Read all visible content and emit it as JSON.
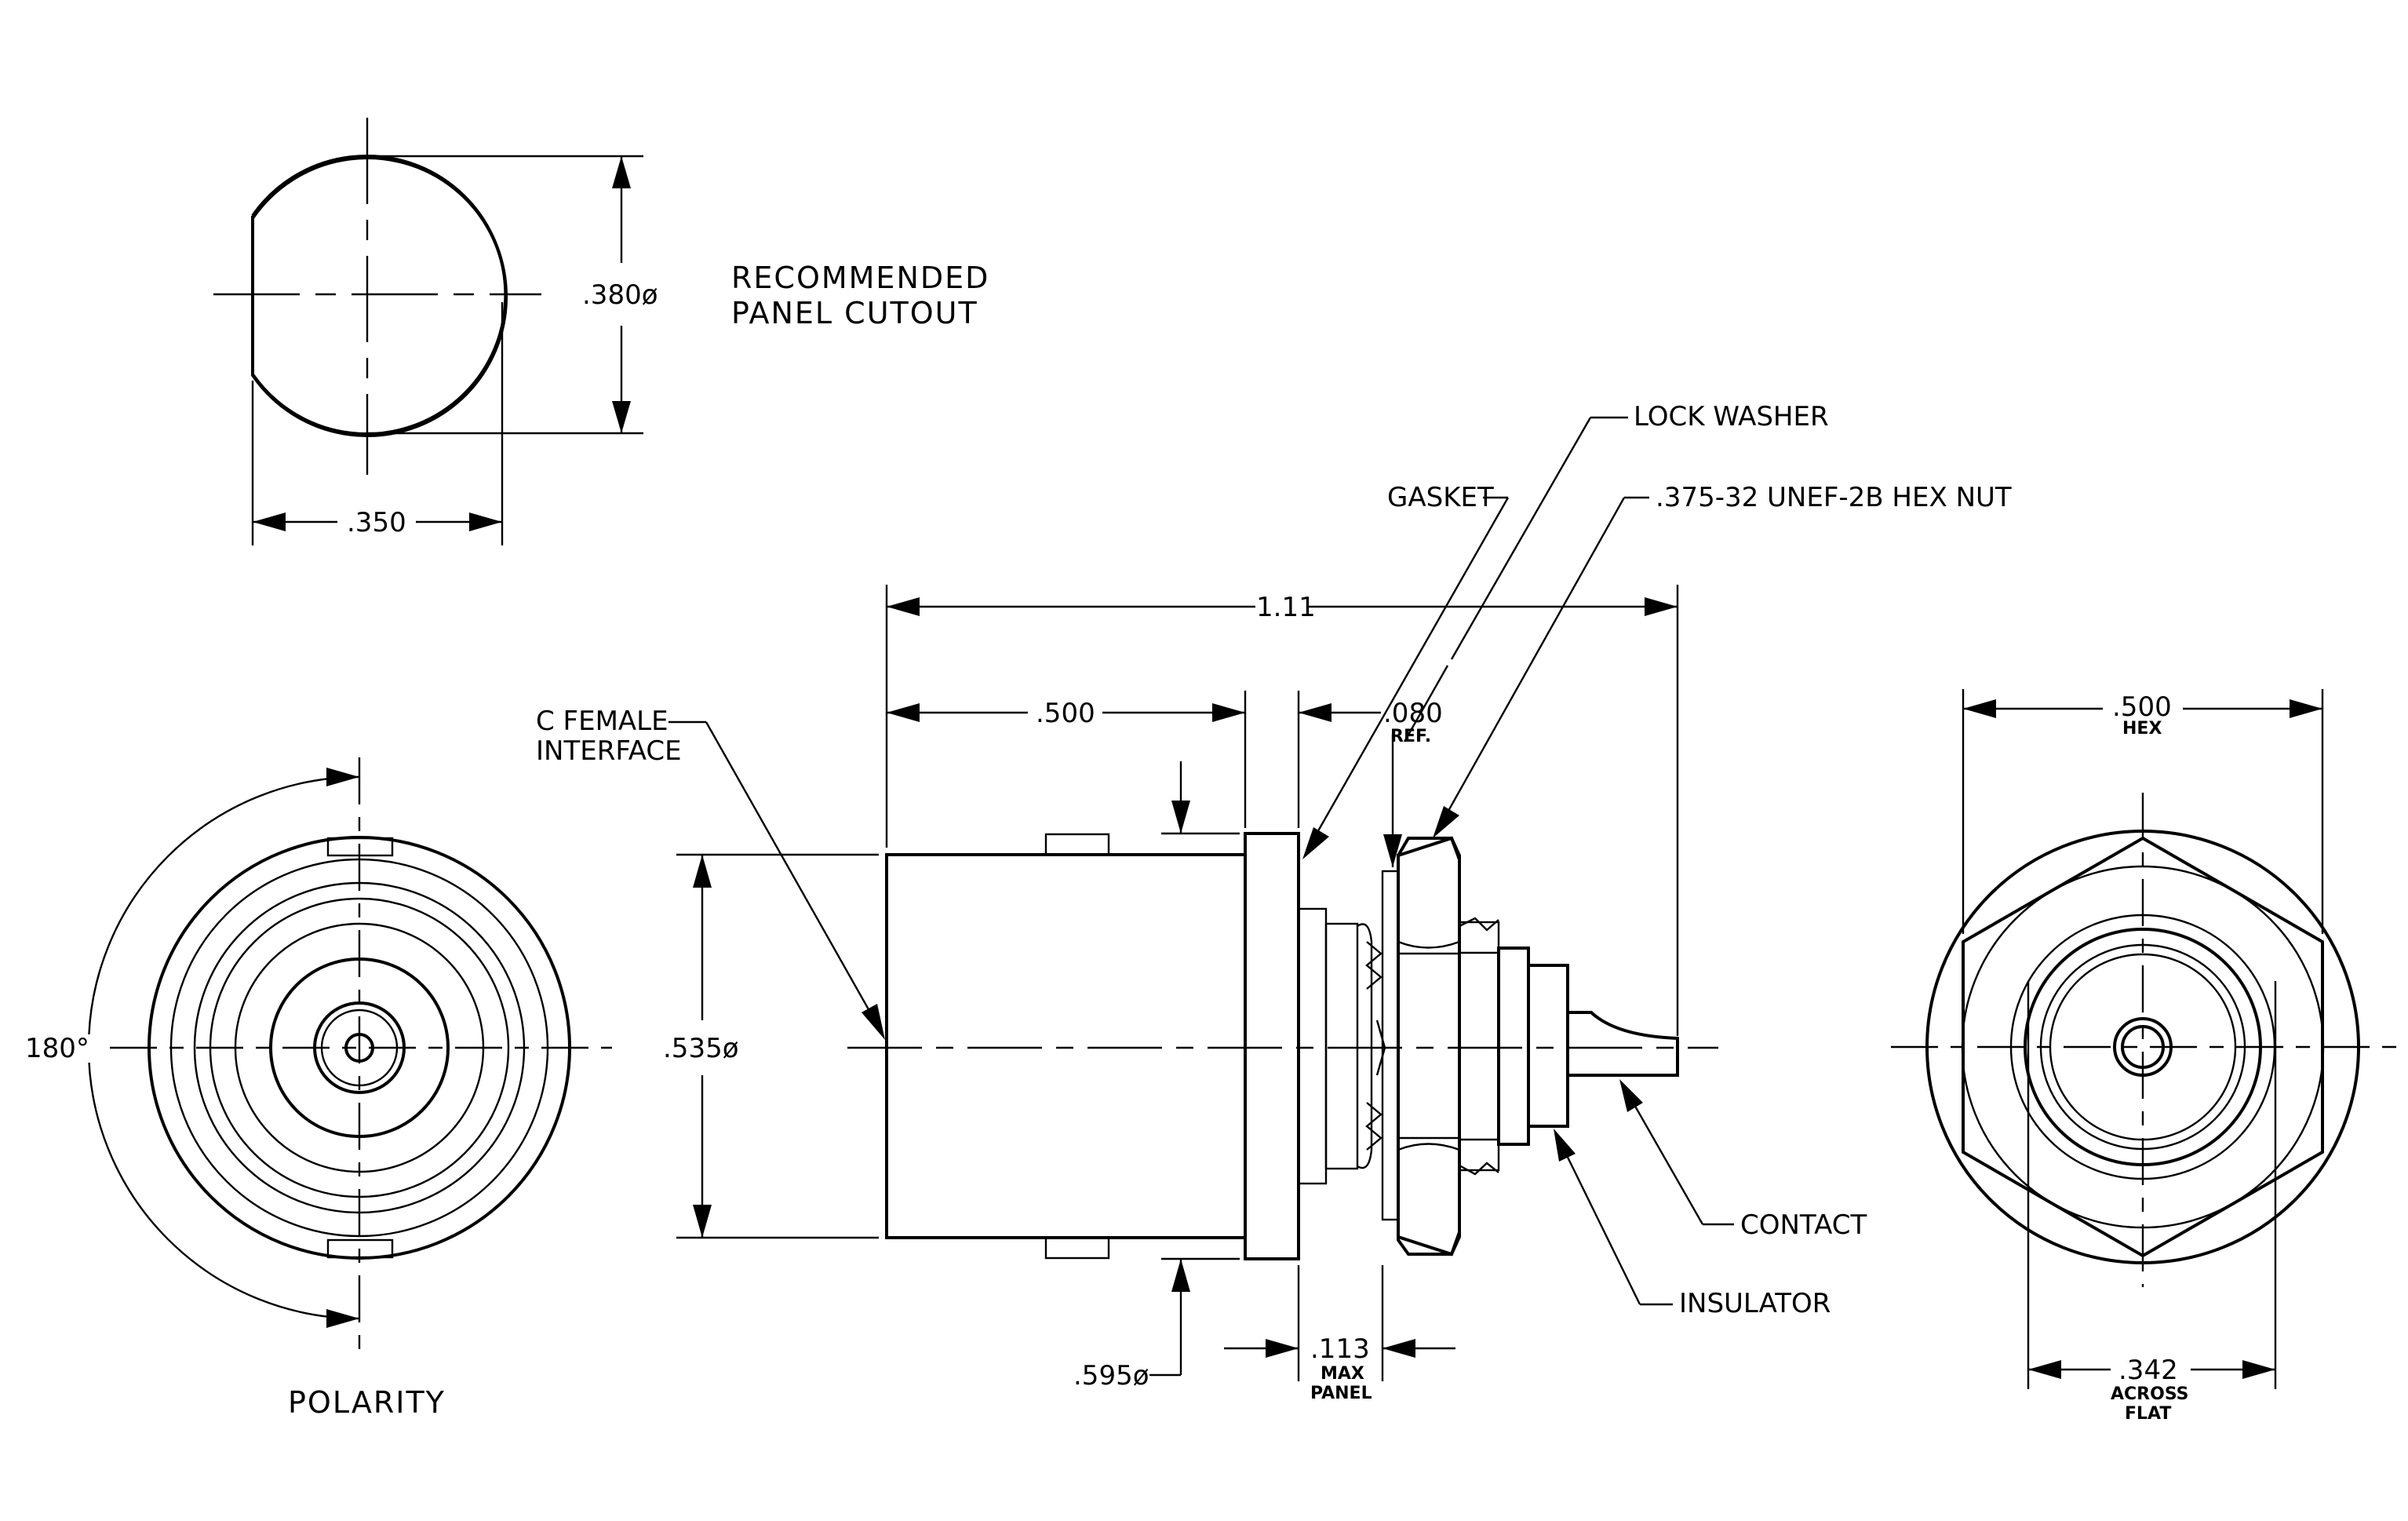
{
  "cutout": {
    "title_line1": "RECOMMENDED",
    "title_line2": "PANEL CUTOUT",
    "dia_label": ".380ø",
    "flat_label": ".350"
  },
  "polarity": {
    "angle_label": "180°",
    "title": "POLARITY"
  },
  "side": {
    "overall_length": "1.11",
    "front_length": ".500",
    "gasket_ref": ".080",
    "gasket_ref_sub": "REF.",
    "body_dia": ".535ø",
    "flange_dia": ".595ø",
    "panel_dim": ".113",
    "panel_sub1": "MAX",
    "panel_sub2": "PANEL",
    "interface_line1": "C FEMALE",
    "interface_line2": "INTERFACE",
    "gasket": "GASKET",
    "lock_washer": "LOCK WASHER",
    "hex_nut": ".375-32 UNEF-2B HEX NUT",
    "contact": "CONTACT",
    "insulator": "INSULATOR"
  },
  "rear": {
    "hex_dim": ".500",
    "hex_sub": "HEX",
    "flat_dim": ".342",
    "flat_sub1": "ACROSS",
    "flat_sub2": "FLAT"
  }
}
